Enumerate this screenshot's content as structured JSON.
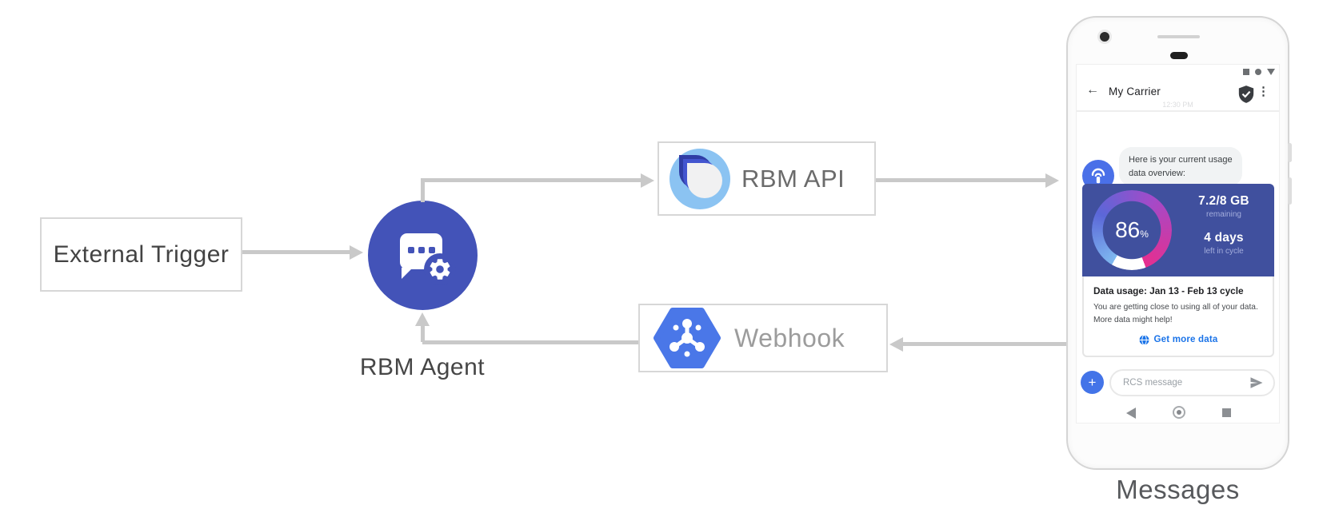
{
  "colors": {
    "accent_indigo": "#4353b8",
    "card_blue": "#40509e",
    "link_blue": "#1a73e8",
    "arrow_gray": "#c9c9c9",
    "gauge_gradient": [
      "#7fb9f0",
      "#5b67d8",
      "#a44ac8",
      "#e62e8f"
    ],
    "gauge_track": "#ffffff"
  },
  "diagram": {
    "external_trigger": {
      "label": "External Trigger"
    },
    "rbm_agent": {
      "label": "RBM Agent",
      "icon": "chat-bubble-with-gear"
    },
    "rbm_api": {
      "label": "RBM API",
      "icon": "rbm-droplet-logo"
    },
    "webhook": {
      "label": "Webhook",
      "icon": "cloud-pubsub-hexagon"
    },
    "messages_caption": "Messages"
  },
  "phone": {
    "status_icons": [
      "square",
      "circle",
      "triangle-down"
    ],
    "header": {
      "back_icon": "←",
      "title": "My Carrier",
      "verified_icon": "shield-check",
      "menu_icon": "⋮"
    },
    "timestamp": "12:30 PM",
    "message": {
      "avatar_icon": "antenna-broadcast",
      "text": "Here is your current usage\ndata overview:"
    },
    "card": {
      "gauge": {
        "percent": 86,
        "unit": "%"
      },
      "stats": [
        {
          "value": "7.2/8 GB",
          "caption": "remaining"
        },
        {
          "value": "4 days",
          "caption": "left in cycle"
        }
      ],
      "title": "Data usage: Jan 13 - Feb 13 cycle",
      "body": "You are getting close to using all of your data.\nMore data might help!",
      "action": {
        "icon": "globe",
        "label": "Get more data"
      }
    },
    "compose": {
      "plus_icon": "+",
      "placeholder": "RCS message",
      "send_icon": "send-arrow"
    },
    "nav": {
      "back": "triangle-left",
      "home": "circle-dot",
      "recents": "square"
    }
  }
}
